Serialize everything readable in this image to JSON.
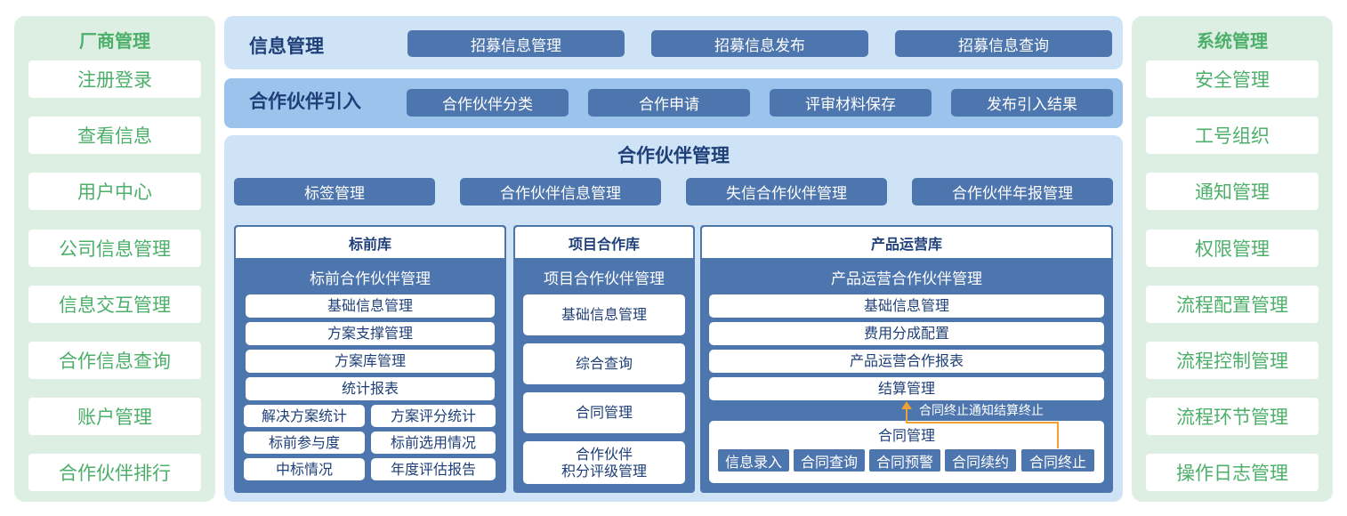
{
  "colors": {
    "green": "#4caf6a",
    "green_bg": "#dcefe2",
    "blue_dark": "#4e76ae",
    "blue_light": "#cfe3f6",
    "blue_mid": "#9cc3ec",
    "text_dark": "#1e3f78",
    "arrow_orange": "#f0a030"
  },
  "left_panel": {
    "title": "厂商管理",
    "items": [
      "注册登录",
      "查看信息",
      "用户中心",
      "公司信息管理",
      "信息交互管理",
      "合作信息查询",
      "账户管理",
      "合作伙伴排行"
    ]
  },
  "right_panel": {
    "title": "系统管理",
    "items": [
      "安全管理",
      "工号组织",
      "通知管理",
      "权限管理",
      "流程配置管理",
      "流程控制管理",
      "流程环节管理",
      "操作日志管理"
    ]
  },
  "info_mgmt": {
    "label": "信息管理",
    "buttons": [
      "招募信息管理",
      "招募信息发布",
      "招募信息查询"
    ]
  },
  "partner_intro": {
    "label": "合作伙伴引入",
    "buttons": [
      "合作伙伴分类",
      "合作申请",
      "评审材料保存",
      "发布引入结果"
    ]
  },
  "partner_mgmt": {
    "title": "合作伙伴管理",
    "buttons": [
      "标签管理",
      "合作伙伴信息管理",
      "失信合作伙伴管理",
      "合作伙伴年报管理"
    ],
    "pre_bid": {
      "header": "标前库",
      "subtitle": "标前合作伙伴管理",
      "items": [
        "基础信息管理",
        "方案支撑管理",
        "方案库管理",
        "统计报表"
      ],
      "pairs": [
        [
          "解决方案统计",
          "方案评分统计"
        ],
        [
          "标前参与度",
          "标前选用情况"
        ],
        [
          "中标情况",
          "年度评估报告"
        ]
      ]
    },
    "project": {
      "header": "项目合作库",
      "subtitle": "项目合作伙伴管理",
      "items": [
        "基础信息管理",
        "综合查询",
        "合同管理"
      ],
      "last_line1": "合作伙伴",
      "last_line2": "积分评级管理"
    },
    "product_ops": {
      "header": "产品运营库",
      "subtitle": "产品运营合作伙伴管理",
      "items": [
        "基础信息管理",
        "费用分成配置",
        "产品运营合作报表",
        "结算管理"
      ],
      "arrow_note": "合同终止通知结算终止",
      "contract": {
        "title": "合同管理",
        "tags": [
          "信息录入",
          "合同查询",
          "合同预警",
          "合同续约",
          "合同终止"
        ]
      }
    }
  }
}
